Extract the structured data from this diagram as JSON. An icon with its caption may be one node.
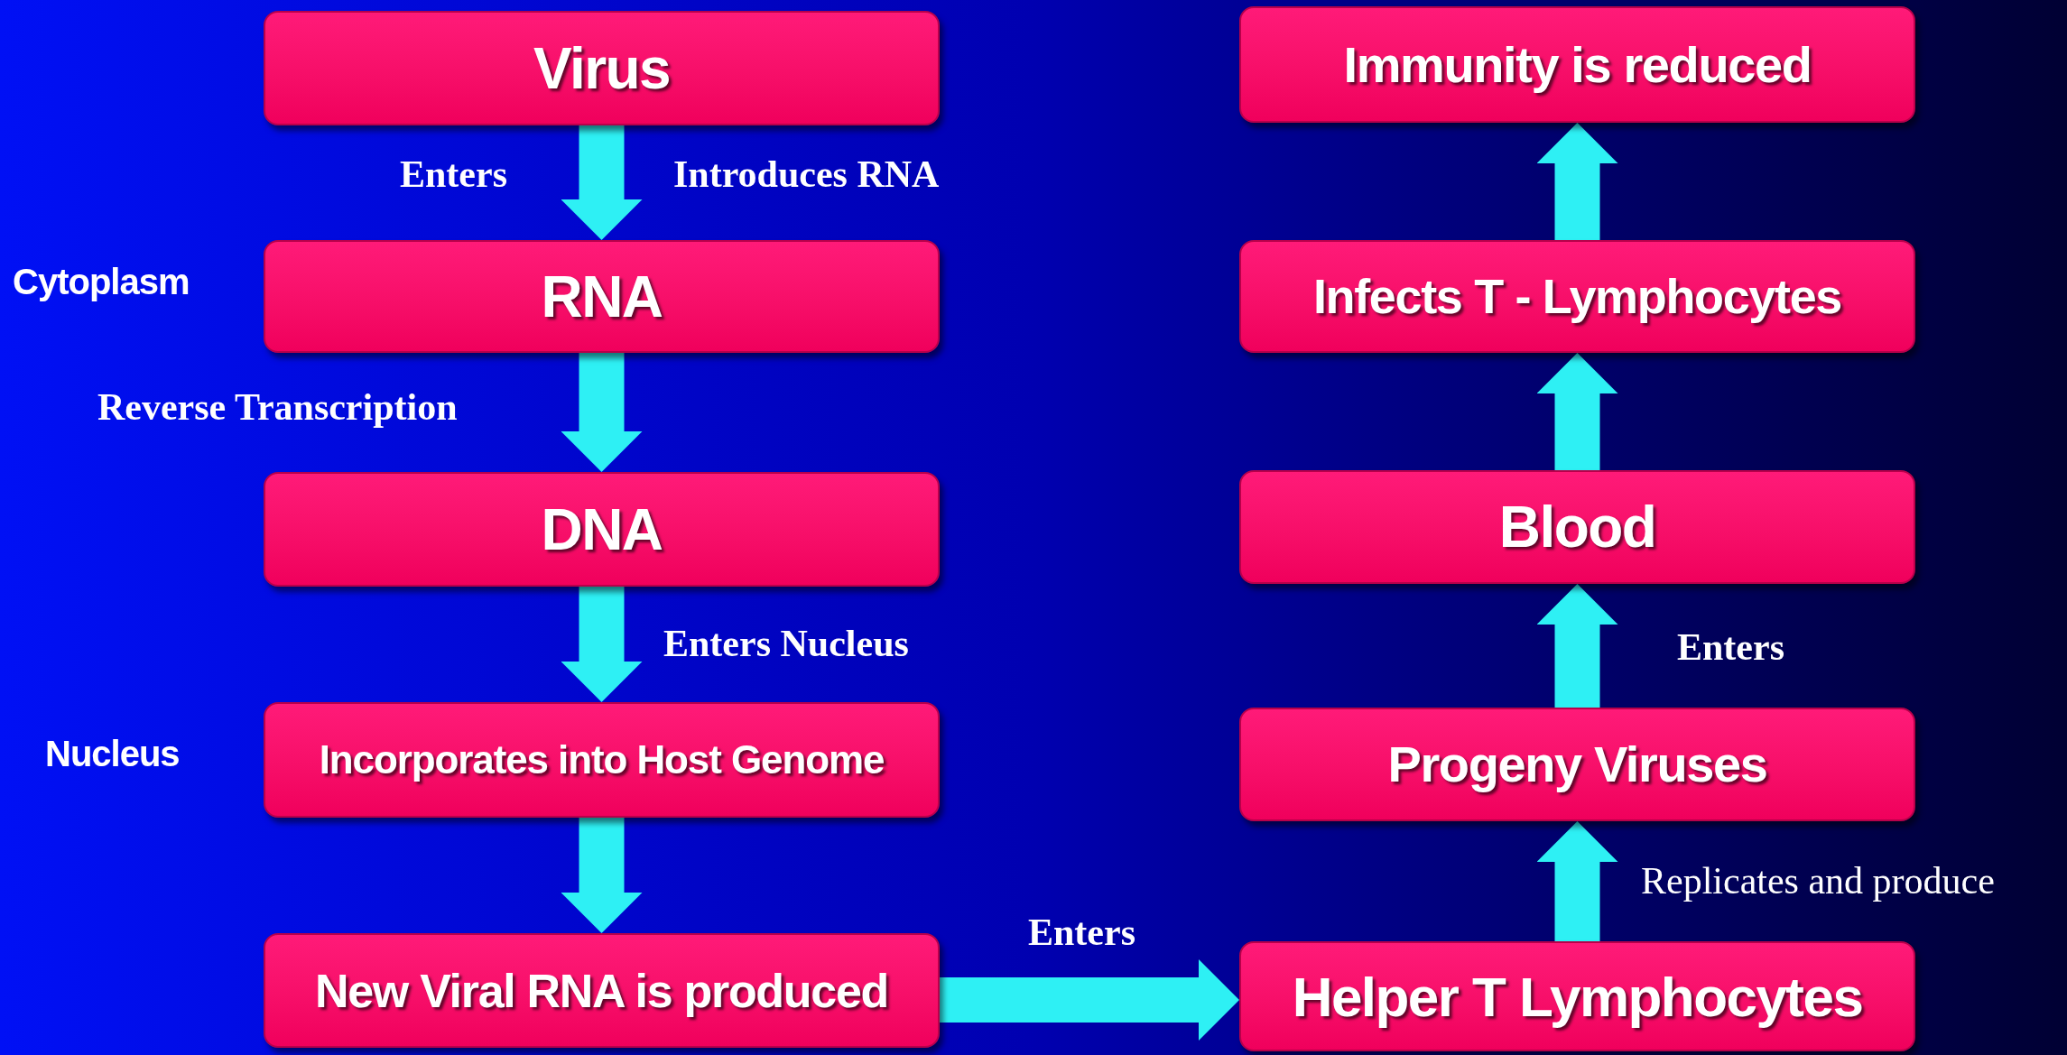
{
  "diagram": {
    "nodes": [
      {
        "text": [
          "Virus"
        ]
      },
      {
        "text": [
          "RNA"
        ]
      },
      {
        "text": [
          "DNA"
        ]
      },
      {
        "text": [
          "Incorporates into Host Genome"
        ]
      },
      {
        "text": [
          "New Viral RNA is produced"
        ]
      },
      {
        "text": [
          "Immunity is reduced"
        ]
      },
      {
        "text": [
          "Infects T - Lymphocytes"
        ]
      },
      {
        "text": [
          "Blood"
        ]
      },
      {
        "text": [
          "Progeny Viruses"
        ]
      },
      {
        "text": [
          "Helper T Lymphocytes"
        ]
      }
    ],
    "edges": [
      {
        "from": 0,
        "to": 1,
        "arrow": "to",
        "label": "Enters"
      },
      {
        "from": 1,
        "to": 2,
        "arrow": "to",
        "label": "Reverse Transcription"
      },
      {
        "from": 2,
        "to": 3,
        "arrow": "to",
        "label": "Enters Nucleus"
      },
      {
        "from": 3,
        "to": 4,
        "arrow": "to"
      },
      {
        "from": 4,
        "to": 9,
        "arrow": "to",
        "label": "Enters"
      },
      {
        "from": 9,
        "to": 8,
        "arrow": "to",
        "label": "Replicates and produce"
      },
      {
        "from": 8,
        "to": 7,
        "arrow": "to",
        "label": "Enters"
      },
      {
        "from": 7,
        "to": 6,
        "arrow": "to"
      },
      {
        "from": 6,
        "to": 5,
        "arrow": "to"
      }
    ],
    "labels": [
      "Cytoplasm",
      "Nucleus",
      "Introduces RNA"
    ]
  }
}
